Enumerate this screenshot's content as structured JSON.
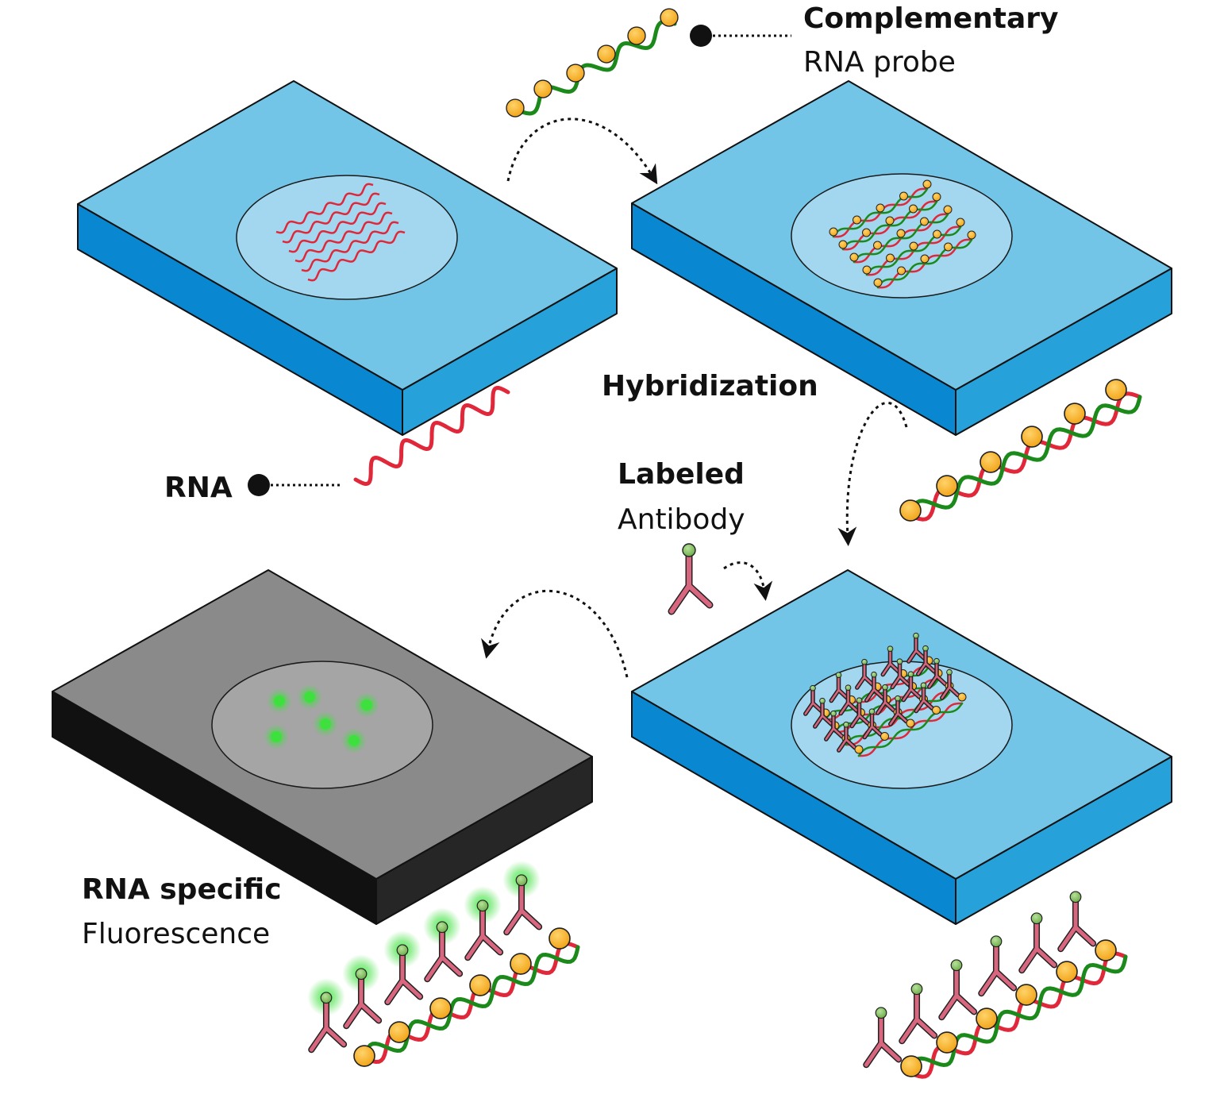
{
  "labels": {
    "complementary_bold": "Complementary",
    "complementary_reg": "RNA probe",
    "hybridization": "Hybridization",
    "labeled_bold": "Labeled",
    "labeled_reg": "Antibody",
    "rna": "RNA",
    "fluor_bold": "RNA specific",
    "fluor_reg": "Fluorescence"
  },
  "colors": {
    "slide_top": "#73c5e8",
    "slide_left": "#0a87d1",
    "slide_right": "#27a1d9",
    "well": "#a3d7ef",
    "rna_strand": "#e0283a",
    "probe_strand": "#1b8a1b",
    "probe_bead": "#f7b733",
    "antibody": "#d9667f",
    "antibody_tag": "#8cc46a",
    "fluor_glow": "#3ee03e",
    "dark_top": "#8a8a8a",
    "dark_left": "#111111",
    "dark_right": "#262626",
    "dark_well": "#a5a5a5"
  }
}
